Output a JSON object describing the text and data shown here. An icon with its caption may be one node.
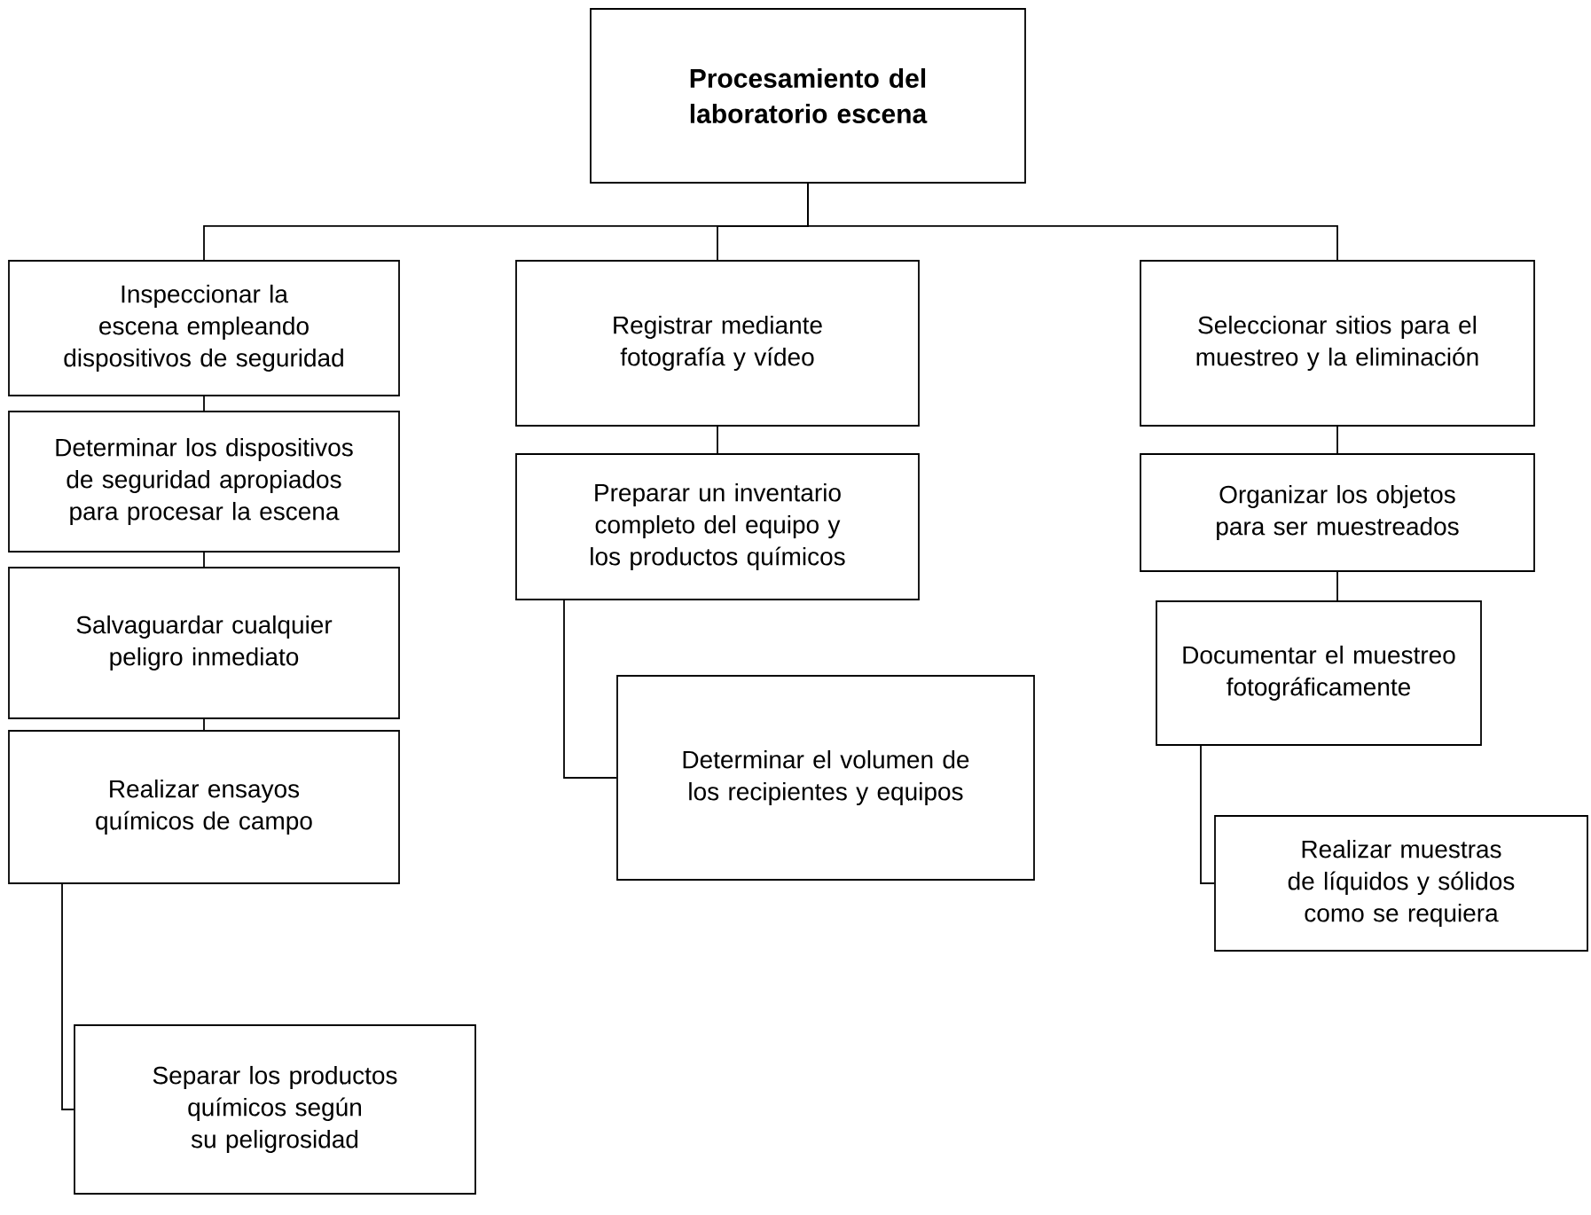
{
  "diagram": {
    "nodes": [
      {
        "text": [
          "Procesamiento del laboratorio escena"
        ]
      },
      {
        "text": [
          "Inspeccionar la escena empleando dispositivos de seguridad"
        ]
      },
      {
        "text": [
          "Determinar los dispositivos de seguridad apropiados para procesar la escena"
        ]
      },
      {
        "text": [
          "Salvaguardar cualquier peligro inmediato"
        ]
      },
      {
        "text": [
          "Realizar ensayos químicos de campo"
        ]
      },
      {
        "text": [
          "Separar los productos químicos según su peligrosidad"
        ]
      },
      {
        "text": [
          "Registrar mediante fotografía y vídeo"
        ]
      },
      {
        "text": [
          "Preparar un inventario completo del equipo y los productos químicos"
        ]
      },
      {
        "text": [
          "Determinar el volumen de los recipientes y equipos"
        ]
      },
      {
        "text": [
          "Seleccionar sitios para el muestreo y la eliminación"
        ]
      },
      {
        "text": [
          "Organizar los objetos para ser muestreados"
        ]
      },
      {
        "text": [
          "Documentar el muestreo fotográficamente"
        ]
      },
      {
        "text": [
          "Realizar muestras de líquidos y sólidos como se requiera"
        ]
      }
    ],
    "edges": [
      {
        "from": 0,
        "to": 1,
        "arrow": "none"
      },
      {
        "from": 0,
        "to": 6,
        "arrow": "none"
      },
      {
        "from": 0,
        "to": 9,
        "arrow": "none"
      },
      {
        "from": 1,
        "to": 2,
        "arrow": "none"
      },
      {
        "from": 2,
        "to": 3,
        "arrow": "none"
      },
      {
        "from": 3,
        "to": 4,
        "arrow": "none"
      },
      {
        "from": 4,
        "to": 5,
        "arrow": "none"
      },
      {
        "from": 6,
        "to": 7,
        "arrow": "none"
      },
      {
        "from": 7,
        "to": 8,
        "arrow": "none"
      },
      {
        "from": 9,
        "to": 10,
        "arrow": "none"
      },
      {
        "from": 10,
        "to": 11,
        "arrow": "none"
      },
      {
        "from": 11,
        "to": 12,
        "arrow": "none"
      }
    ]
  }
}
